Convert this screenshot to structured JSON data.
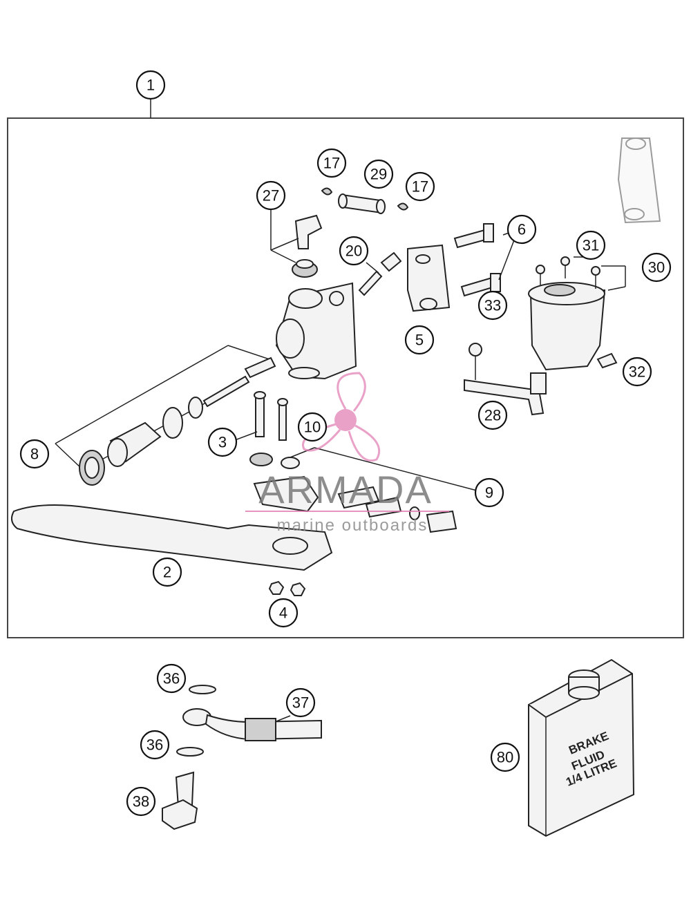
{
  "callouts": {
    "c1": "1",
    "c2": "2",
    "c3": "3",
    "c4": "4",
    "c5": "5",
    "c6": "6",
    "c8": "8",
    "c9": "9",
    "c10": "10",
    "c17a": "17",
    "c17b": "17",
    "c20": "20",
    "c27": "27",
    "c28": "28",
    "c29": "29",
    "c30": "30",
    "c31": "31",
    "c32": "32",
    "c33": "33",
    "c36a": "36",
    "c36b": "36",
    "c37": "37",
    "c38": "38",
    "c80": "80"
  },
  "fluid_can": {
    "line1": "BRAKE",
    "line2": "FLUID",
    "line3": "1/4 LITRE"
  },
  "watermark": {
    "brand": "ARMADA",
    "tagline": "marine outboards",
    "accent_color": "#e07ab0"
  }
}
